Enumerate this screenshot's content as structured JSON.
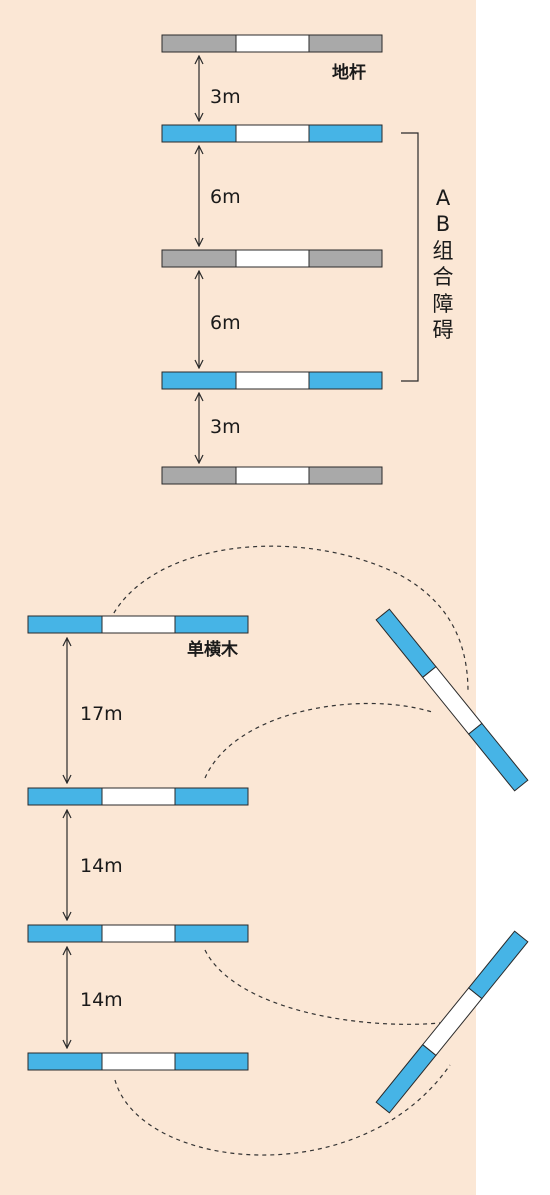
{
  "colors": {
    "arena": "#fbe7d5",
    "gray_pole": "#a9a9a9",
    "blue_pole": "#46b4e6",
    "white_pole": "#ffffff",
    "outline": "#2a2a2a"
  },
  "labels": {
    "ground_pole": "地杆",
    "combo": [
      "A",
      "B",
      "组",
      "合",
      "障",
      "碍"
    ],
    "single_rail": "单横木"
  },
  "top_section": {
    "gaps": [
      "3m",
      "6m",
      "6m",
      "3m"
    ]
  },
  "bottom_section": {
    "gaps": [
      "17m",
      "14m",
      "14m"
    ]
  }
}
